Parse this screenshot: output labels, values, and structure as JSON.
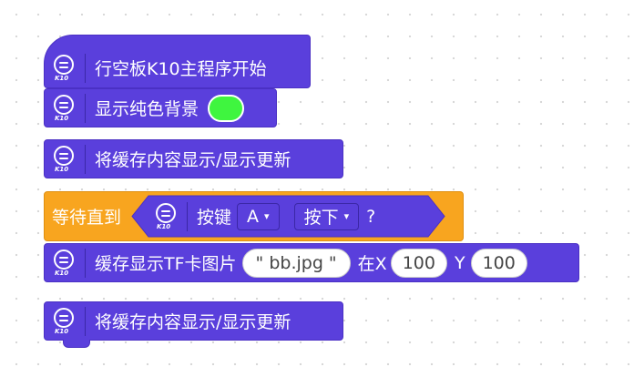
{
  "blocks": {
    "main": {
      "badge": "K10",
      "label": "行空板K10主程序开始"
    },
    "bg": {
      "badge": "K10",
      "label": "显示纯色背景",
      "color": "#3ff53f"
    },
    "update1": {
      "badge": "K10",
      "label": "将缓存内容显示/显示更新"
    },
    "wait": {
      "label": "等待直到",
      "badge": "K10",
      "key_label": "按键",
      "key_value": "A",
      "action_value": "按下",
      "question": "?",
      "arrow": "▾"
    },
    "tfimg": {
      "badge": "K10",
      "label": "缓存显示TF卡图片",
      "filename": "\" bb.jpg \"",
      "x_label": "在X",
      "x_value": "100",
      "y_label": "Y",
      "y_value": "100"
    },
    "update2": {
      "badge": "K10",
      "label": "将缓存内容显示/显示更新"
    }
  },
  "colors": {
    "block_purple": "#5a3fdc",
    "block_orange": "#f8a51f",
    "swatch_green": "#3ff53f"
  }
}
